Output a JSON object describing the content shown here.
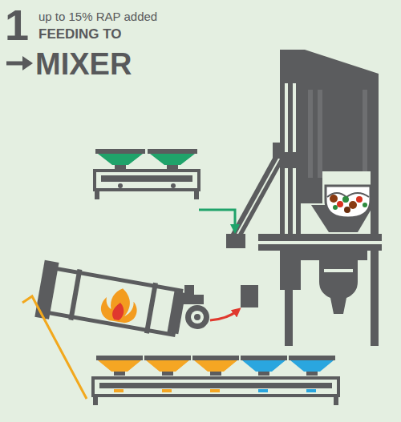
{
  "diagram": {
    "labels": [
      "1",
      "up to 15% RAP added",
      "FEEDING TO",
      "MIXER"
    ]
  }
}
